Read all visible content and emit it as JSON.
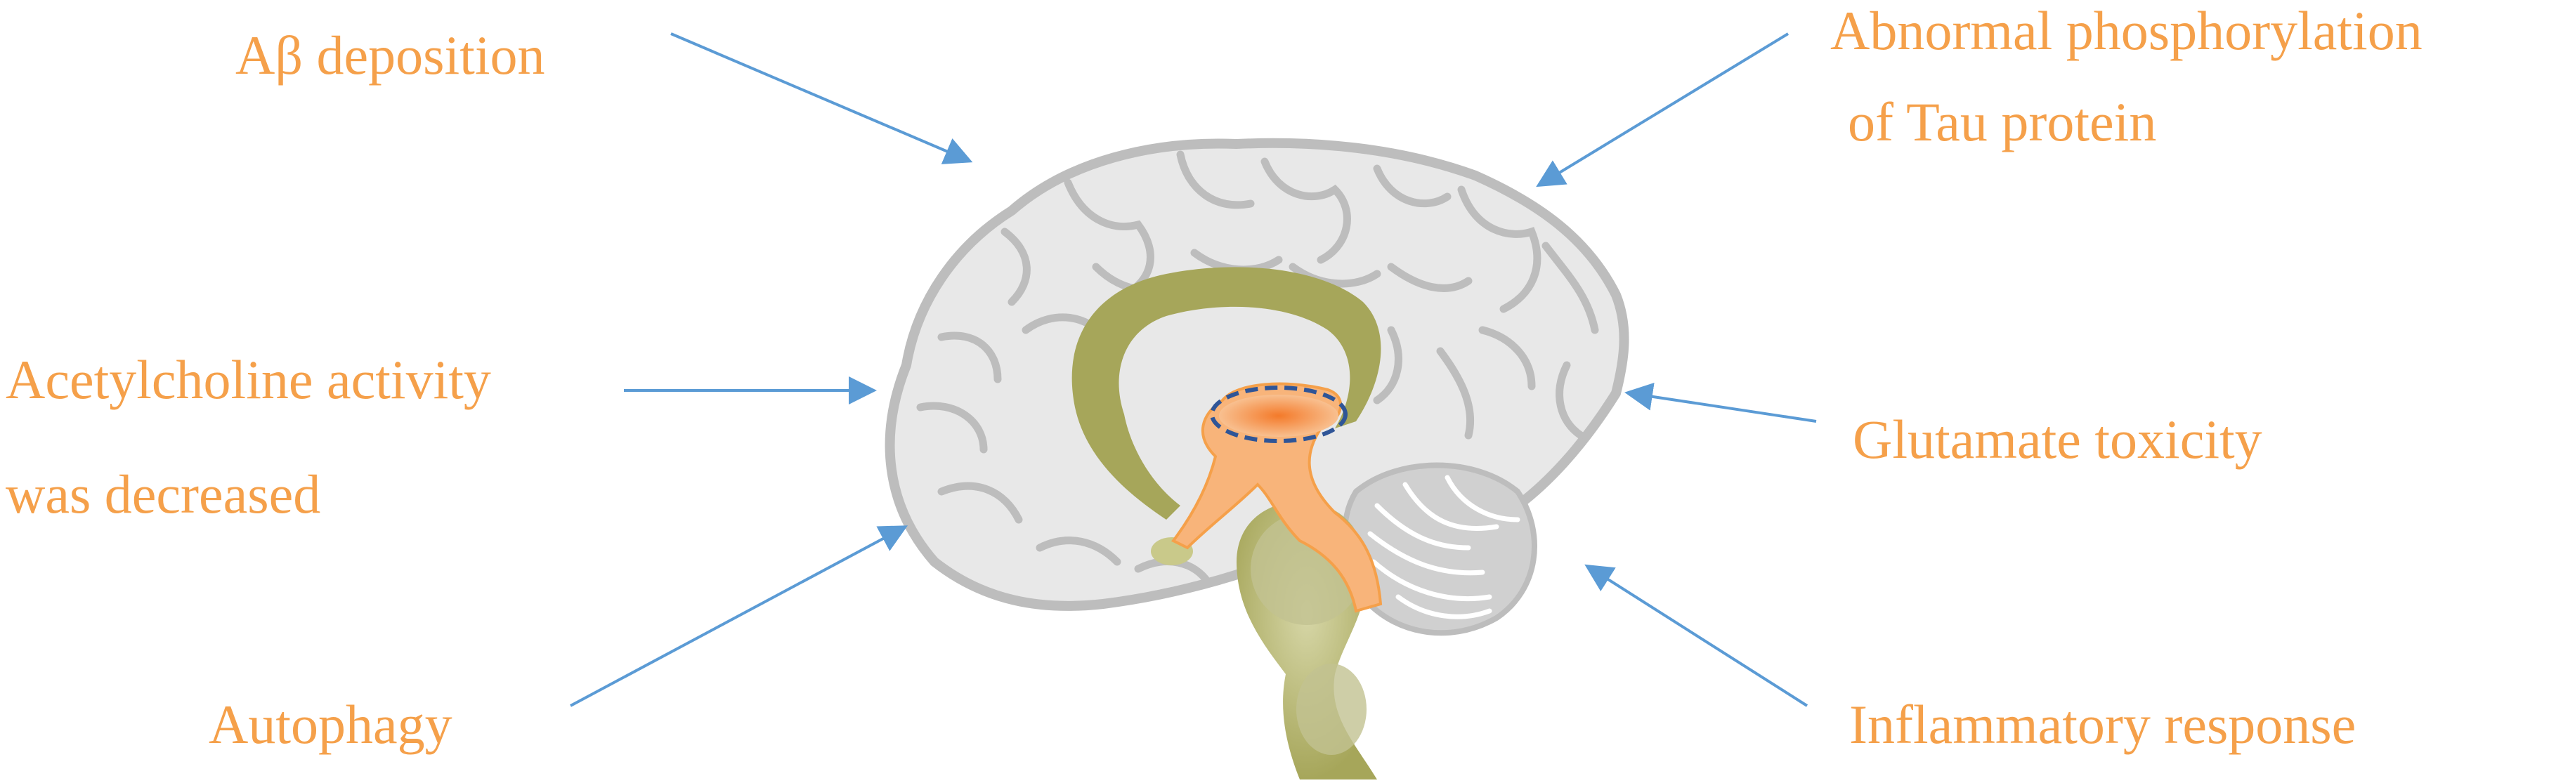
{
  "labels": {
    "abeta": "Aβ  deposition",
    "tau_line1": "Abnormal phosphorylation",
    "tau_line2": "of Tau protein",
    "ach_line1": "Acetylcholine activity",
    "ach_line2": "was decreased",
    "glutamate": "Glutamate toxicity",
    "autophagy": "Autophagy",
    "inflammatory": "Inflammatory response"
  },
  "colors": {
    "label_text": "#F5A04A",
    "arrow": "#5B9BD5",
    "brain_fill": "#E8E8E8",
    "brain_outline": "#BDBDBD",
    "limbic": "#A6A65A",
    "limbic_light": "#C9C98A",
    "hypothalamus": "#F8B47A",
    "highlight_dash": "#2F5597",
    "cerebellum": "#C4C4C4"
  },
  "icons": {
    "brain": "brain-sagittal-icon",
    "arrow": "arrow-icon"
  }
}
